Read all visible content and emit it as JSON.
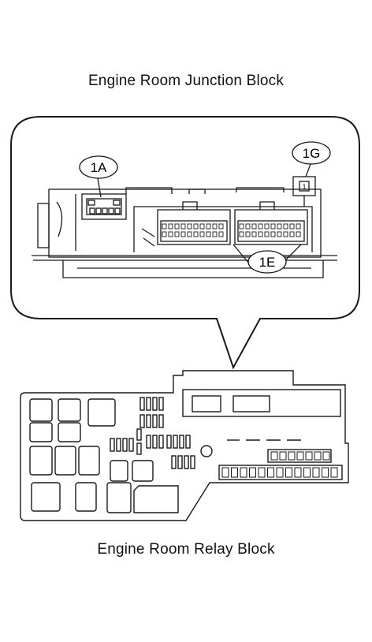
{
  "title_top": "Engine Room Junction Block",
  "title_bottom": "Engine Room Relay Block",
  "connectors": [
    {
      "id": "1A"
    },
    {
      "id": "1G"
    },
    {
      "id": "1E"
    }
  ],
  "connector_1G_pin": "1",
  "colors": {
    "line": "#1a1a1a",
    "background": "#ffffff"
  }
}
